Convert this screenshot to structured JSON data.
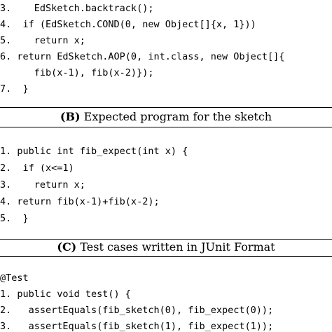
{
  "section_a_tail": [
    "3.    EdSketch.backtrack();",
    "4.  if (EdSketch.COND(0, new Object[]{x, 1}))",
    "5.    return x;",
    "6. return EdSketch.AOP(0, int.class, new Object[]{",
    "      fib(x-1), fib(x-2)});",
    "7.  }"
  ],
  "caption_b": {
    "label": "(B)",
    "text": " Expected program for the sketch"
  },
  "section_b": [
    "1. public int fib_expect(int x) {",
    "2.  if (x<=1)",
    "3.    return x;",
    "4. return fib(x-1)+fib(x-2);",
    "5.  }"
  ],
  "caption_c": {
    "label": "(C)",
    "text": " Test cases written in JUnit Format"
  },
  "section_c": [
    "@Test",
    "1. public void test() {",
    "2.   assertEquals(fib_sketch(0), fib_expect(0));",
    "3.   assertEquals(fib_sketch(1), fib_expect(1));"
  ]
}
